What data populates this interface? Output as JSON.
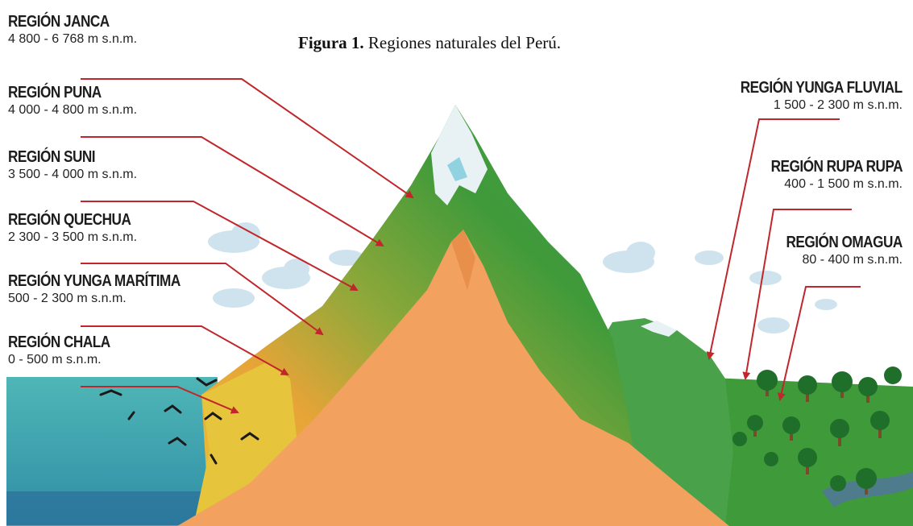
{
  "caption": {
    "prefix": "Figura 1.",
    "text": "Regiones naturales del Perú."
  },
  "regions": {
    "janca": {
      "name": "REGIÓN JANCA",
      "altitude": "4 800 - 6 768 m s.n.m."
    },
    "puna": {
      "name": "REGIÓN PUNA",
      "altitude": "4 000 - 4 800 m s.n.m."
    },
    "suni": {
      "name": "REGIÓN SUNI",
      "altitude": "3 500 - 4 000 m s.n.m."
    },
    "quechua": {
      "name": "REGIÓN QUECHUA",
      "altitude": "2 300 - 3 500 m s.n.m."
    },
    "yunga_maritima": {
      "name": "REGIÓN YUNGA MARÍTIMA",
      "altitude": "500 - 2 300 m s.n.m."
    },
    "chala": {
      "name": "REGIÓN CHALA",
      "altitude": "0 - 500 m s.n.m."
    },
    "yunga_fluvial": {
      "name": "REGIÓN YUNGA FLUVIAL",
      "altitude": "1 500 - 2 300 m s.n.m."
    },
    "rupa_rupa": {
      "name": "REGIÓN RUPA RUPA",
      "altitude": "400 - 1 500 m s.n.m."
    },
    "omagua": {
      "name": "REGIÓN OMAGUA",
      "altitude": "80 - 400 m s.n.m."
    }
  },
  "colors": {
    "arrow": "#c0262b",
    "sea": "#3fa9ad",
    "earth": "#f2a15e",
    "desert": "#e8c23a",
    "forest": "#3f9a3a",
    "snow": "#e8f1f4",
    "sky_cloud": "#cfe3ee"
  }
}
